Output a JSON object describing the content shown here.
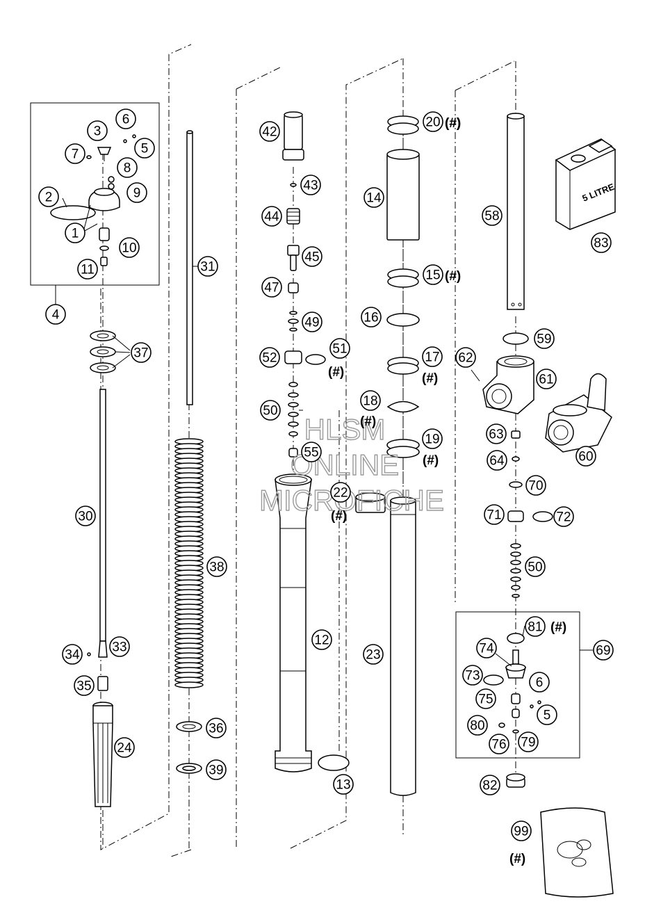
{
  "callouts": [
    {
      "label": "1"
    },
    {
      "label": "2"
    },
    {
      "label": "3"
    },
    {
      "label": "4"
    },
    {
      "label": "5"
    },
    {
      "label": "6"
    },
    {
      "label": "7"
    },
    {
      "label": "8"
    },
    {
      "label": "9"
    },
    {
      "label": "10"
    },
    {
      "label": "11"
    },
    {
      "label": "37"
    },
    {
      "label": "30"
    },
    {
      "label": "33"
    },
    {
      "label": "34"
    },
    {
      "label": "35"
    },
    {
      "label": "24"
    },
    {
      "label": "31"
    },
    {
      "label": "38"
    },
    {
      "label": "36"
    },
    {
      "label": "39"
    },
    {
      "label": "42"
    },
    {
      "label": "43"
    },
    {
      "label": "44"
    },
    {
      "label": "45"
    },
    {
      "label": "47"
    },
    {
      "label": "49"
    },
    {
      "label": "52"
    },
    {
      "label": "51"
    },
    {
      "label": "50"
    },
    {
      "label": "55"
    },
    {
      "label": "12"
    },
    {
      "label": "22"
    },
    {
      "label": "13"
    },
    {
      "label": "20"
    },
    {
      "label": "14"
    },
    {
      "label": "15"
    },
    {
      "label": "16"
    },
    {
      "label": "17"
    },
    {
      "label": "18"
    },
    {
      "label": "19"
    },
    {
      "label": "23"
    },
    {
      "label": "58"
    },
    {
      "label": "59"
    },
    {
      "label": "62"
    },
    {
      "label": "61"
    },
    {
      "label": "60"
    },
    {
      "label": "63"
    },
    {
      "label": "64"
    },
    {
      "label": "70"
    },
    {
      "label": "71"
    },
    {
      "label": "72"
    },
    {
      "label": "50"
    },
    {
      "label": "83"
    },
    {
      "label": "81"
    },
    {
      "label": "69"
    },
    {
      "label": "74"
    },
    {
      "label": "73"
    },
    {
      "label": "6"
    },
    {
      "label": "75"
    },
    {
      "label": "5"
    },
    {
      "label": "80"
    },
    {
      "label": "76"
    },
    {
      "label": "79"
    },
    {
      "label": "82"
    },
    {
      "label": "99"
    }
  ],
  "marks": [
    "(#)",
    "(#)",
    "(#)",
    "(#)",
    "(#)",
    "(#)",
    "(#)",
    "(#)",
    "(#)",
    "(#)"
  ],
  "canister_label": "5 LITRE",
  "watermark": {
    "line1": "HLSM",
    "line2": "ONLINE",
    "line3": "MICROFICHE"
  }
}
